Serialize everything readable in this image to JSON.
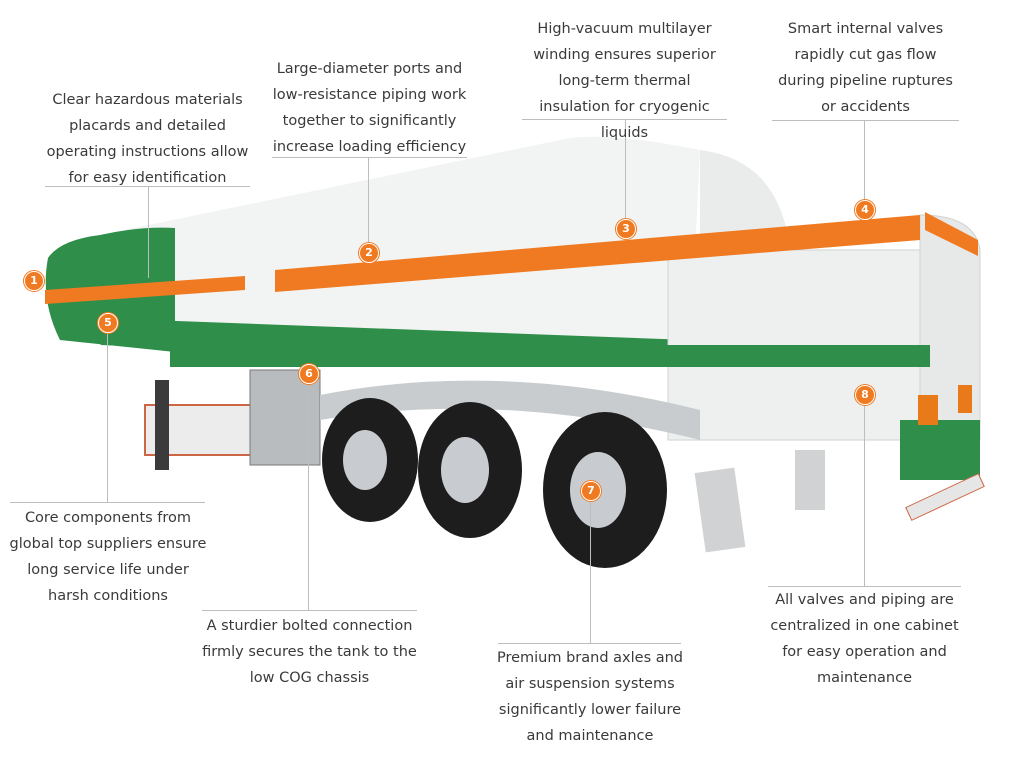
{
  "callouts": {
    "c1": "Clear hazardous materials placards and detailed operating instructions allow for easy identification",
    "c2": "Large-diameter ports and low-resistance piping work together to significantly increase loading efficiency",
    "c3": "High-vacuum multilayer winding ensures superior long-term thermal insulation for cryogenic liquids",
    "c4": "Smart internal valves rapidly cut gas flow during pipeline ruptures or accidents",
    "c5": "Core components from global top suppliers ensure long service life under harsh conditions",
    "c6": "A sturdier bolted connection firmly secures the tank to the low COG chassis",
    "c7": "Premium brand axles and air suspension systems significantly lower failure and maintenance",
    "c8": "All valves and piping are centralized in one cabinet for easy operation and maintenance"
  },
  "markers": [
    "1",
    "2",
    "3",
    "4",
    "5",
    "6",
    "7",
    "8"
  ],
  "colors": {
    "accent": "#f07a21",
    "tank_green": "#2f8f4a",
    "tank_white": "#f4f6f4",
    "stripe": "#f07a21"
  }
}
